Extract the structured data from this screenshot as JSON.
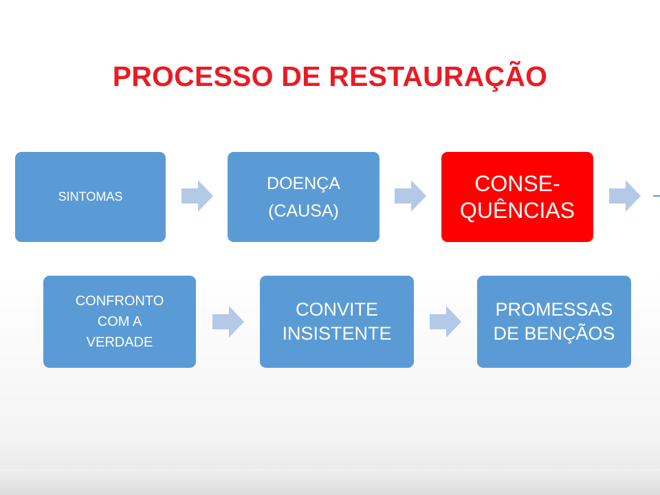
{
  "title": "PROCESSO DE RESTAURAÇÃO",
  "row1": [
    {
      "lines": [
        "SINTOMAS"
      ]
    },
    {
      "lines": [
        "DOENÇA",
        "(CAUSA)"
      ]
    },
    {
      "lines": [
        "CONSE-",
        "QUÊNCIAS"
      ]
    }
  ],
  "row2": [
    {
      "lines": [
        "CONFRONTO",
        "COM A",
        "VERDADE"
      ]
    },
    {
      "lines": [
        "CONVITE",
        "INSISTENTE"
      ]
    },
    {
      "lines": [
        "PROMESSAS",
        "DE BENÇÃOS"
      ]
    }
  ],
  "colors": {
    "title": "#e81c24",
    "box": "#5b9bd5",
    "box_highlight": "#ff0000",
    "arrow": "#b4c9e8"
  }
}
